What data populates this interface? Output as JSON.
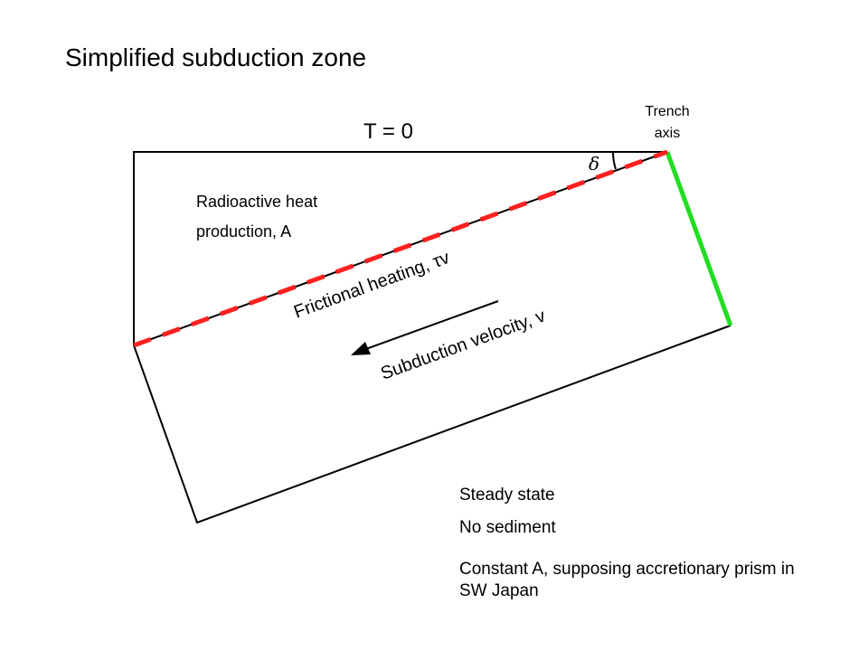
{
  "title": "Simplified subduction zone",
  "trench_label": [
    "Trench",
    "axis"
  ],
  "surface_temperature": "T = 0",
  "dip_angle_symbol": "δ",
  "heat_source": [
    "Radioactive heat",
    "production, A"
  ],
  "fault_label": "Frictional heating, τv",
  "velocity_label": "Subduction velocity, v",
  "notes": [
    "Steady state",
    "No sediment",
    "Constant A, supposing accretionary prism in SW Japan"
  ],
  "colors": {
    "fault_dash": "#ff2020",
    "trench_boundary": "#22dd22",
    "outline": "#000000"
  }
}
